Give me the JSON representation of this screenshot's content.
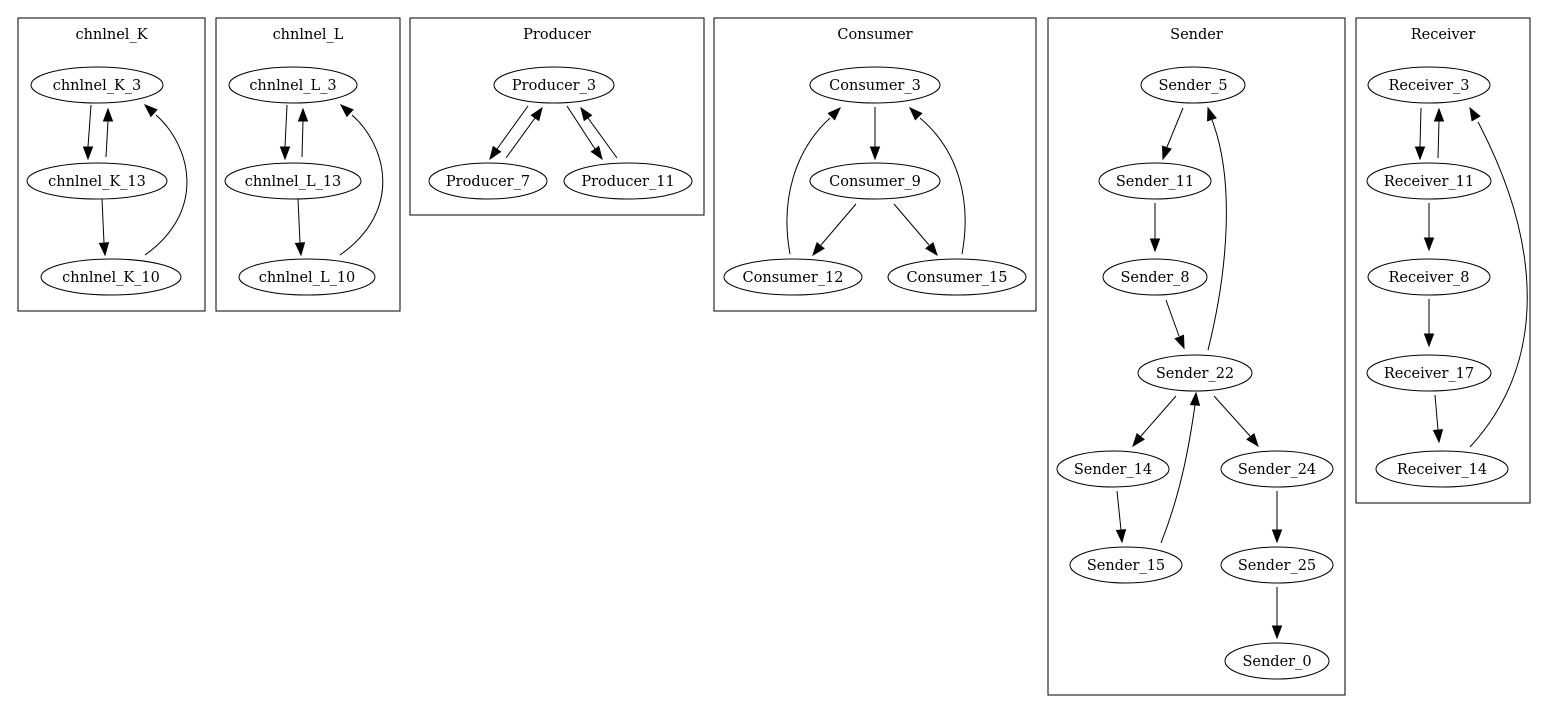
{
  "clusters": [
    {
      "id": "chnlnel_K",
      "label": "chnlnel_K"
    },
    {
      "id": "chnlnel_L",
      "label": "chnlnel_L"
    },
    {
      "id": "Producer",
      "label": "Producer"
    },
    {
      "id": "Consumer",
      "label": "Consumer"
    },
    {
      "id": "Sender",
      "label": "Sender"
    },
    {
      "id": "Receiver",
      "label": "Receiver"
    }
  ],
  "nodes": [
    {
      "id": "chnlnel_K_3",
      "label": "chnlnel_K_3",
      "cluster": "chnlnel_K"
    },
    {
      "id": "chnlnel_K_13",
      "label": "chnlnel_K_13",
      "cluster": "chnlnel_K"
    },
    {
      "id": "chnlnel_K_10",
      "label": "chnlnel_K_10",
      "cluster": "chnlnel_K"
    },
    {
      "id": "chnlnel_L_3",
      "label": "chnlnel_L_3",
      "cluster": "chnlnel_L"
    },
    {
      "id": "chnlnel_L_13",
      "label": "chnlnel_L_13",
      "cluster": "chnlnel_L"
    },
    {
      "id": "chnlnel_L_10",
      "label": "chnlnel_L_10",
      "cluster": "chnlnel_L"
    },
    {
      "id": "Producer_3",
      "label": "Producer_3",
      "cluster": "Producer"
    },
    {
      "id": "Producer_7",
      "label": "Producer_7",
      "cluster": "Producer"
    },
    {
      "id": "Producer_11",
      "label": "Producer_11",
      "cluster": "Producer"
    },
    {
      "id": "Consumer_3",
      "label": "Consumer_3",
      "cluster": "Consumer"
    },
    {
      "id": "Consumer_9",
      "label": "Consumer_9",
      "cluster": "Consumer"
    },
    {
      "id": "Consumer_12",
      "label": "Consumer_12",
      "cluster": "Consumer"
    },
    {
      "id": "Consumer_15",
      "label": "Consumer_15",
      "cluster": "Consumer"
    },
    {
      "id": "Sender_5",
      "label": "Sender_5",
      "cluster": "Sender"
    },
    {
      "id": "Sender_11",
      "label": "Sender_11",
      "cluster": "Sender"
    },
    {
      "id": "Sender_8",
      "label": "Sender_8",
      "cluster": "Sender"
    },
    {
      "id": "Sender_22",
      "label": "Sender_22",
      "cluster": "Sender"
    },
    {
      "id": "Sender_14",
      "label": "Sender_14",
      "cluster": "Sender"
    },
    {
      "id": "Sender_24",
      "label": "Sender_24",
      "cluster": "Sender"
    },
    {
      "id": "Sender_15",
      "label": "Sender_15",
      "cluster": "Sender"
    },
    {
      "id": "Sender_25",
      "label": "Sender_25",
      "cluster": "Sender"
    },
    {
      "id": "Sender_0",
      "label": "Sender_0",
      "cluster": "Sender"
    },
    {
      "id": "Receiver_3",
      "label": "Receiver_3",
      "cluster": "Receiver"
    },
    {
      "id": "Receiver_11",
      "label": "Receiver_11",
      "cluster": "Receiver"
    },
    {
      "id": "Receiver_8",
      "label": "Receiver_8",
      "cluster": "Receiver"
    },
    {
      "id": "Receiver_17",
      "label": "Receiver_17",
      "cluster": "Receiver"
    },
    {
      "id": "Receiver_14",
      "label": "Receiver_14",
      "cluster": "Receiver"
    }
  ],
  "edges": [
    {
      "from": "chnlnel_K_3",
      "to": "chnlnel_K_13"
    },
    {
      "from": "chnlnel_K_13",
      "to": "chnlnel_K_3"
    },
    {
      "from": "chnlnel_K_13",
      "to": "chnlnel_K_10"
    },
    {
      "from": "chnlnel_K_10",
      "to": "chnlnel_K_3"
    },
    {
      "from": "chnlnel_L_3",
      "to": "chnlnel_L_13"
    },
    {
      "from": "chnlnel_L_13",
      "to": "chnlnel_L_3"
    },
    {
      "from": "chnlnel_L_13",
      "to": "chnlnel_L_10"
    },
    {
      "from": "chnlnel_L_10",
      "to": "chnlnel_L_3"
    },
    {
      "from": "Producer_3",
      "to": "Producer_7"
    },
    {
      "from": "Producer_7",
      "to": "Producer_3"
    },
    {
      "from": "Producer_3",
      "to": "Producer_11"
    },
    {
      "from": "Producer_11",
      "to": "Producer_3"
    },
    {
      "from": "Consumer_3",
      "to": "Consumer_9"
    },
    {
      "from": "Consumer_9",
      "to": "Consumer_12"
    },
    {
      "from": "Consumer_9",
      "to": "Consumer_15"
    },
    {
      "from": "Consumer_12",
      "to": "Consumer_3"
    },
    {
      "from": "Consumer_15",
      "to": "Consumer_3"
    },
    {
      "from": "Sender_5",
      "to": "Sender_11"
    },
    {
      "from": "Sender_11",
      "to": "Sender_8"
    },
    {
      "from": "Sender_8",
      "to": "Sender_22"
    },
    {
      "from": "Sender_22",
      "to": "Sender_5"
    },
    {
      "from": "Sender_22",
      "to": "Sender_14"
    },
    {
      "from": "Sender_22",
      "to": "Sender_24"
    },
    {
      "from": "Sender_14",
      "to": "Sender_15"
    },
    {
      "from": "Sender_15",
      "to": "Sender_22"
    },
    {
      "from": "Sender_24",
      "to": "Sender_25"
    },
    {
      "from": "Sender_25",
      "to": "Sender_0"
    },
    {
      "from": "Receiver_3",
      "to": "Receiver_11"
    },
    {
      "from": "Receiver_11",
      "to": "Receiver_3"
    },
    {
      "from": "Receiver_11",
      "to": "Receiver_8"
    },
    {
      "from": "Receiver_8",
      "to": "Receiver_17"
    },
    {
      "from": "Receiver_17",
      "to": "Receiver_14"
    },
    {
      "from": "Receiver_14",
      "to": "Receiver_3"
    }
  ]
}
